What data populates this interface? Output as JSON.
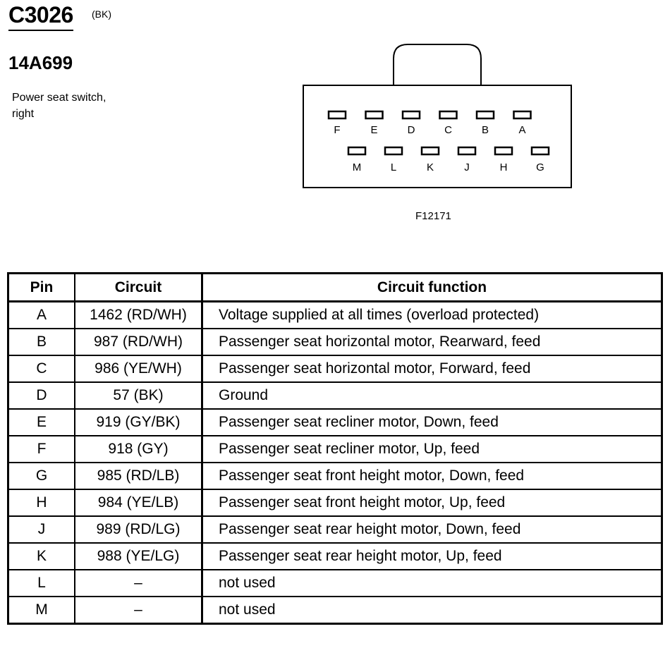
{
  "header": {
    "connector_id": "C3026",
    "connector_color": "(BK)",
    "part_number": "14A699",
    "description": "Power seat switch,\nright"
  },
  "diagram": {
    "figure_ref": "F12171",
    "top_row_pins": [
      "F",
      "E",
      "D",
      "C",
      "B",
      "A"
    ],
    "bottom_row_pins": [
      "M",
      "L",
      "K",
      "J",
      "H",
      "G"
    ]
  },
  "table": {
    "headers": {
      "pin": "Pin",
      "circuit": "Circuit",
      "function": "Circuit function"
    },
    "rows": [
      {
        "pin": "A",
        "circuit": "1462 (RD/WH)",
        "function": "Voltage supplied at all times (overload protected)"
      },
      {
        "pin": "B",
        "circuit": "987 (RD/WH)",
        "function": "Passenger seat horizontal motor, Rearward, feed"
      },
      {
        "pin": "C",
        "circuit": "986 (YE/WH)",
        "function": "Passenger seat horizontal motor, Forward, feed"
      },
      {
        "pin": "D",
        "circuit": "57 (BK)",
        "function": "Ground"
      },
      {
        "pin": "E",
        "circuit": "919 (GY/BK)",
        "function": "Passenger seat recliner motor, Down, feed"
      },
      {
        "pin": "F",
        "circuit": "918 (GY)",
        "function": "Passenger seat recliner motor, Up, feed"
      },
      {
        "pin": "G",
        "circuit": "985 (RD/LB)",
        "function": "Passenger seat front height motor, Down, feed"
      },
      {
        "pin": "H",
        "circuit": "984 (YE/LB)",
        "function": "Passenger seat front height motor, Up, feed"
      },
      {
        "pin": "J",
        "circuit": "989 (RD/LG)",
        "function": "Passenger seat rear height motor, Down, feed"
      },
      {
        "pin": "K",
        "circuit": "988 (YE/LG)",
        "function": "Passenger seat rear height motor, Up, feed"
      },
      {
        "pin": "L",
        "circuit": "–",
        "function": "not used"
      },
      {
        "pin": "M",
        "circuit": "–",
        "function": "not used"
      }
    ]
  }
}
